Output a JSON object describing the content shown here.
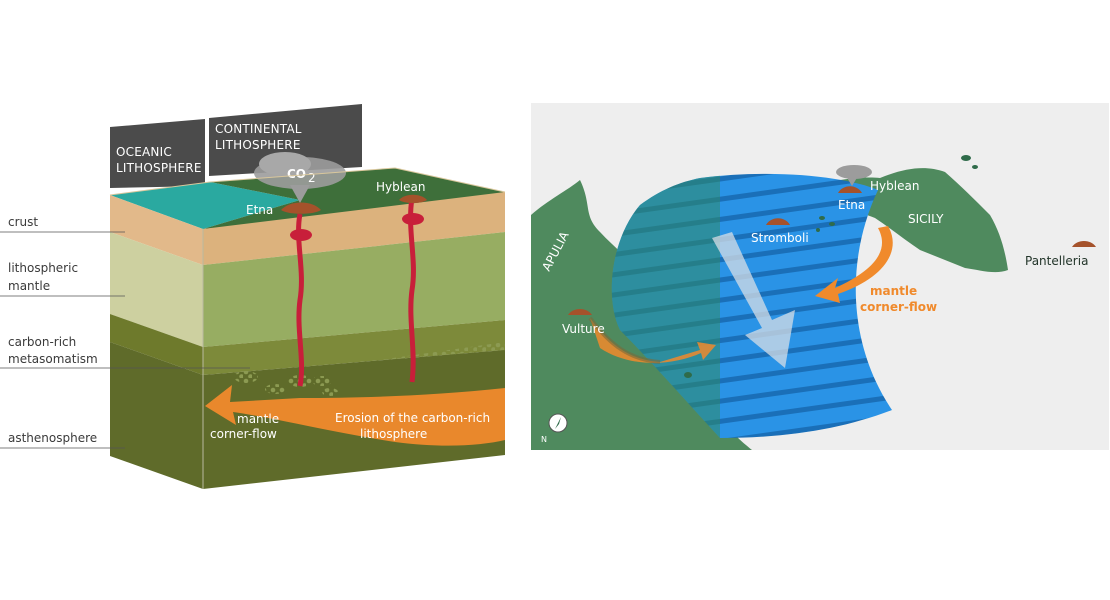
{
  "left_panel": {
    "tags": {
      "oceanic": [
        "OCEANIC",
        "LITHOSPHERE"
      ],
      "continental": [
        "CONTINENTAL",
        "LITHOSPHERE"
      ]
    },
    "gas": "CO",
    "gas_sub": "2",
    "volcanoes": {
      "etna": "Etna",
      "hyblean": "Hyblean"
    },
    "layers": {
      "crust": "crust",
      "lithospheric_mantle": [
        "lithospheric",
        "mantle"
      ],
      "metasomatism": [
        "carbon-rich",
        "metasomatism"
      ],
      "asthenosphere": "asthenosphere"
    },
    "flow_label": [
      "mantle",
      "corner-flow"
    ],
    "erosion_label": [
      "Erosion of the carbon-rich",
      "lithosphere"
    ]
  },
  "right_panel": {
    "places": {
      "apulia": "APULIA",
      "vulture": "Vulture",
      "stromboli": "Stromboli",
      "etna": "Etna",
      "hyblean": "Hyblean",
      "sicily": "SICILY",
      "pantelleria": "Pantelleria"
    },
    "flow_label": [
      "mantle",
      "corner-flow"
    ],
    "compass": "N"
  },
  "colors": {
    "ocean_teal": "#2aa9a0",
    "land_green": "#3e6f3a",
    "crust": "#e2b98a",
    "lith_mantle": "#cdd0a0",
    "metasomatism": "#6e7a2c",
    "asthenosphere": "#5f6b2a",
    "magma": "#c81f3a",
    "flow_orange": "#f08a2c",
    "slab_blue": "#1f8fe0",
    "map_land": "#4f8a5e",
    "map_sea": "#eeeeee",
    "tag_gray": "#4b4b4b"
  }
}
